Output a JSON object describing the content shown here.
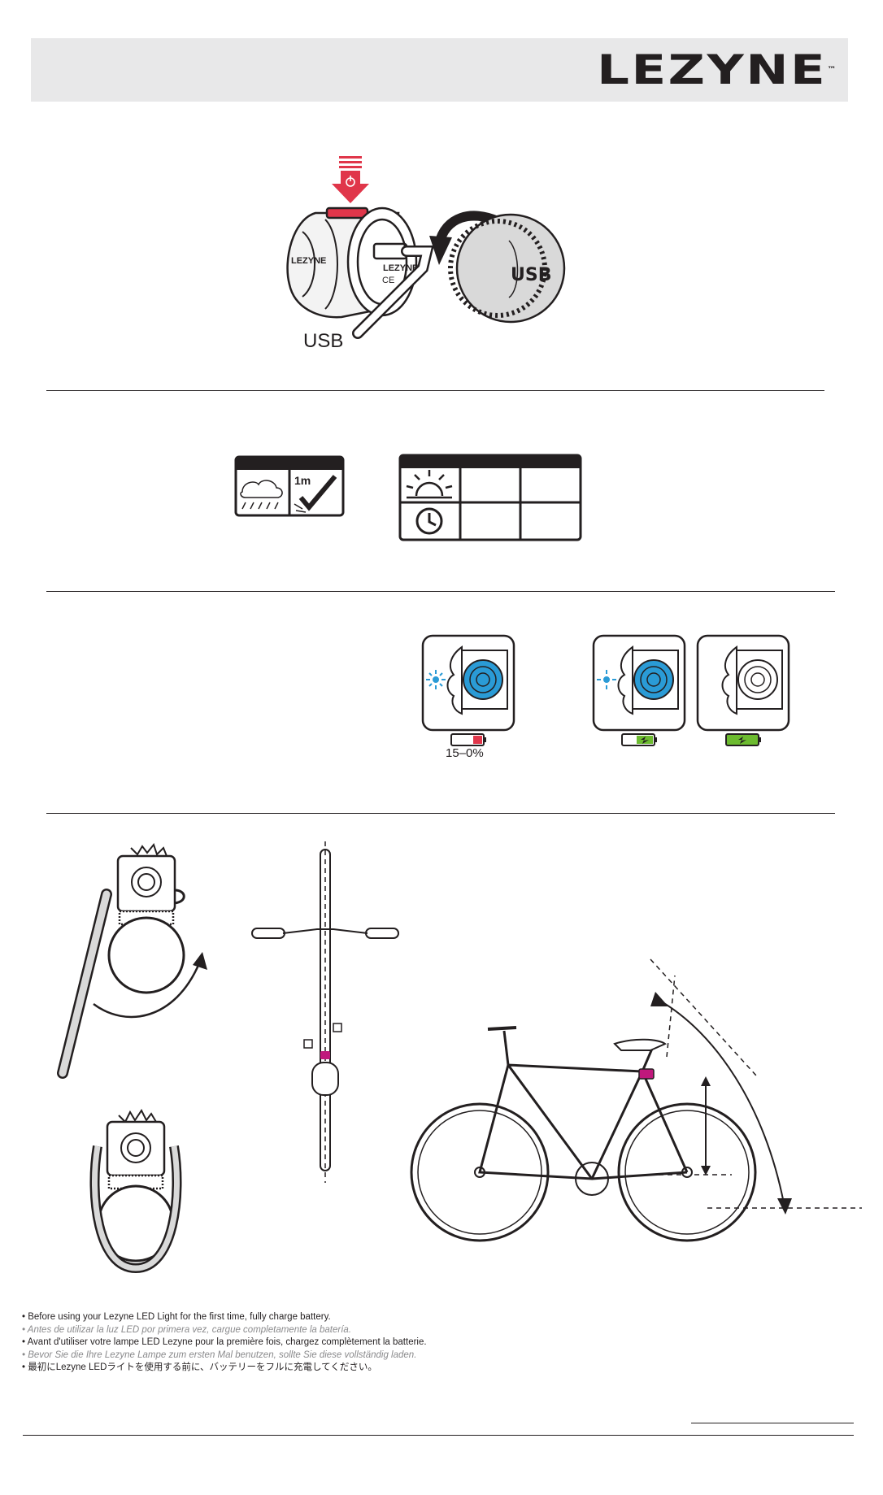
{
  "header": {
    "brand": "LEZYNE",
    "trademark": "™"
  },
  "charge_section": {
    "cable_label": "USB",
    "cap_label": "USB",
    "light_label": "LEZYNE"
  },
  "specs_section": {
    "waterproof_depth": "1m"
  },
  "battery_section": {
    "low_battery_range": "15–0%"
  },
  "notes": [
    "• Before using your Lezyne LED Light for the first time, fully charge battery.",
    "• Antes de utilizar la luz LED por primera vez, cargue completamente la batería.",
    "• Avant d'utiliser votre lampe LED Lezyne pour la première fois, chargez complètement la batterie.",
    "• Bevor Sie die Ihre Lezyne Lampe zum ersten Mal benutzen, sollte Sie diese vollständig laden.",
    "• 最初にLezyne LEDライトを使用する前に、バッテリーをフルに充電してください。"
  ],
  "colors": {
    "accent_red": "#e0364a",
    "led_blue": "#2a9bd6",
    "battery_green": "#6cbb2f",
    "taillight_pink": "#c0187c",
    "ink": "#231f20",
    "band_gray": "#e8e8e9"
  },
  "icons": [
    "power-icon",
    "rain-icon",
    "checkmark-icon",
    "sun-icon",
    "clock-icon",
    "battery-icon",
    "charging-icon"
  ]
}
